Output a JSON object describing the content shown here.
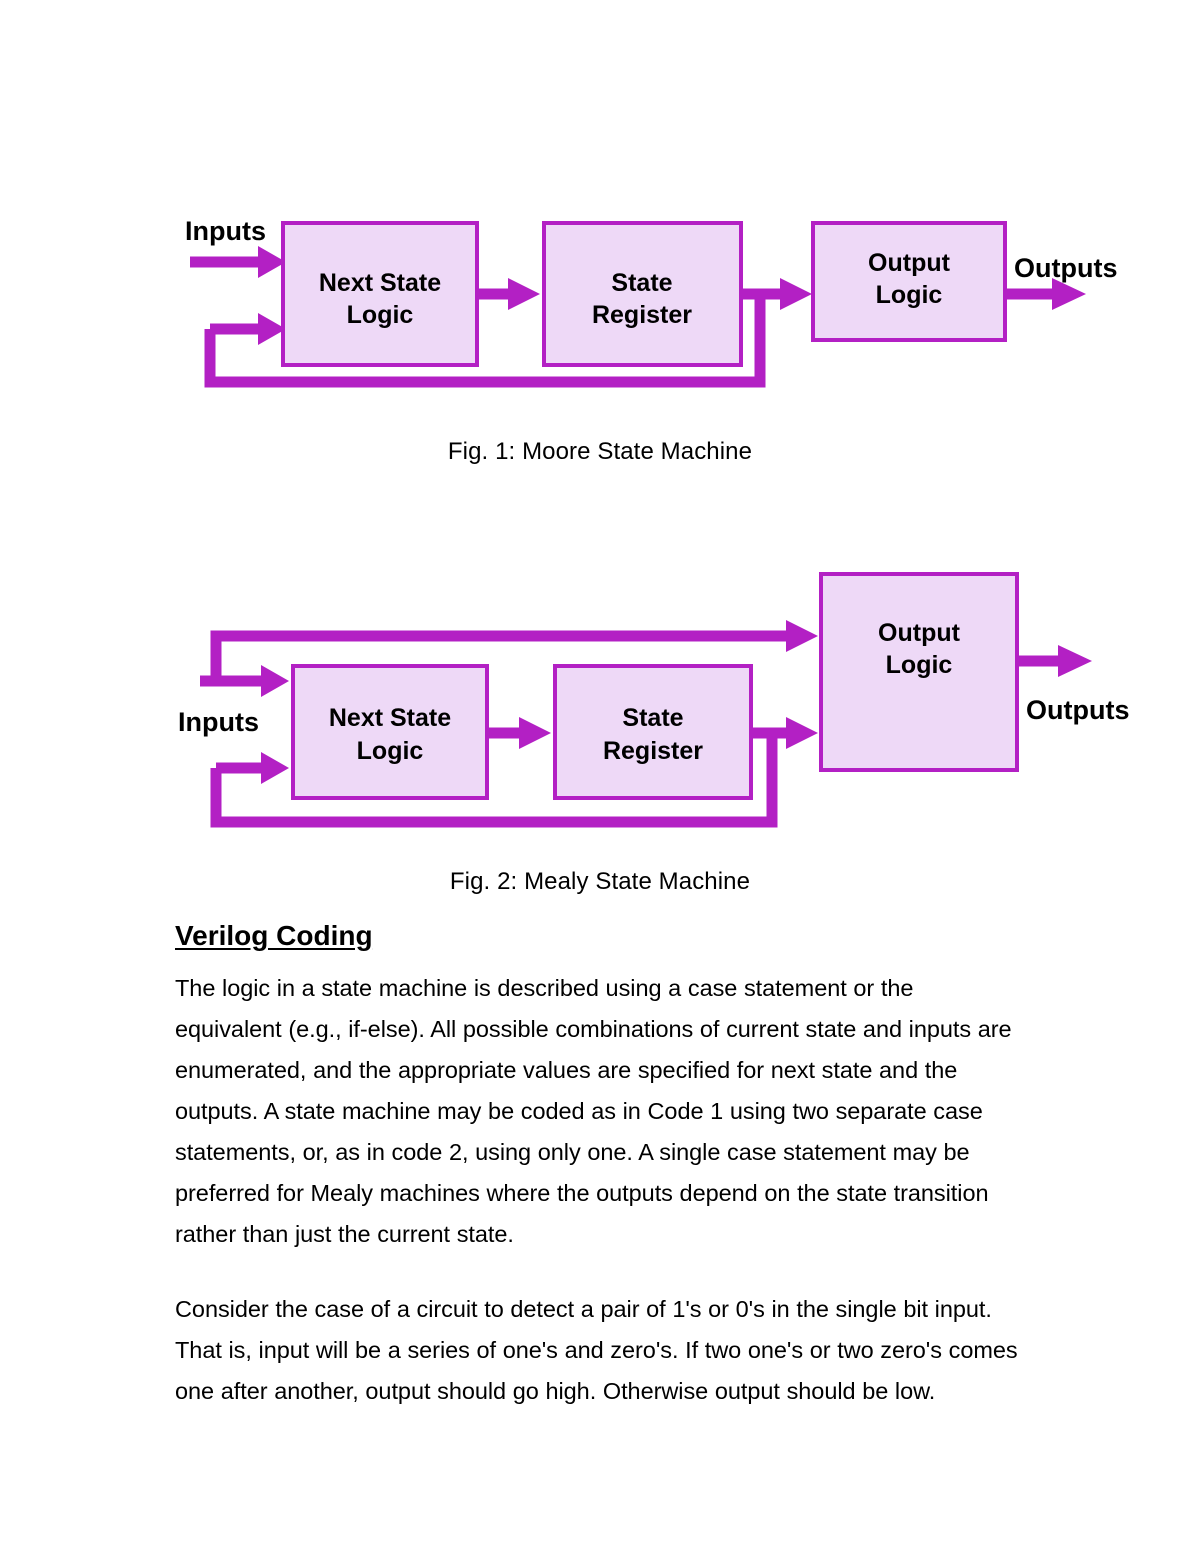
{
  "document": {
    "figures": [
      {
        "id": "fig1",
        "caption": "Fig. 1: Moore State Machine",
        "type": "block-diagram",
        "blocks": [
          {
            "id": "next-state-logic",
            "line1": "Next State",
            "line2": "Logic"
          },
          {
            "id": "state-register",
            "line1": "State",
            "line2": "Register"
          },
          {
            "id": "output-logic",
            "line1": "Output",
            "line2": "Logic"
          }
        ],
        "io": {
          "input_label": "Inputs",
          "output_label": "Outputs"
        },
        "colors": {
          "block_fill": "#eed9f7",
          "block_border": "#b320c4",
          "wire": "#b320c4"
        }
      },
      {
        "id": "fig2",
        "caption": "Fig. 2: Mealy State Machine",
        "type": "block-diagram",
        "blocks": [
          {
            "id": "next-state-logic",
            "line1": "Next State",
            "line2": "Logic"
          },
          {
            "id": "state-register",
            "line1": "State",
            "line2": "Register"
          },
          {
            "id": "output-logic",
            "line1": "Output",
            "line2": "Logic"
          }
        ],
        "io": {
          "input_label": "Inputs",
          "output_label": "Outputs"
        },
        "colors": {
          "block_fill": "#eed9f7",
          "block_border": "#b320c4",
          "wire": "#b320c4"
        }
      }
    ],
    "section": {
      "heading": "Verilog Coding",
      "paragraphs": [
        "The logic in a state machine is described using a case statement or the equivalent (e.g., if-else). All possible combinations of current state and inputs are enumerated, and the appropriate values are specified for next state and the outputs. A state machine may be coded as in Code 1 using two separate case statements, or, as in code 2, using only one. A single case statement may be preferred for Mealy machines where the outputs depend on the state transition rather than just the current state.",
        "Consider the case of a circuit to detect a pair of 1's or 0's in the single bit input. That is, input will be a series of one's and zero's. If two one's or two zero's comes one after another, output should go high. Otherwise output should be low."
      ]
    }
  }
}
